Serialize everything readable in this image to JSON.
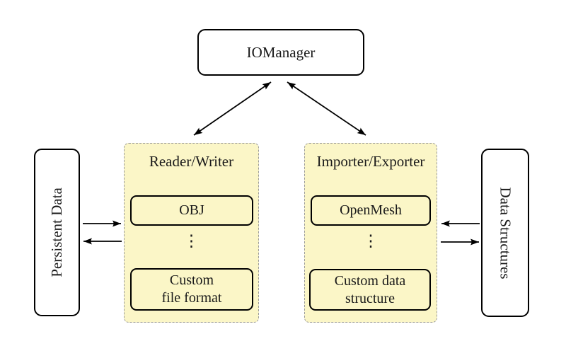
{
  "nodes": {
    "iomanager": {
      "label": "IOManager"
    },
    "persistent_data": {
      "label": "Persistent Data"
    },
    "data_structures": {
      "label": "Data Structures"
    }
  },
  "groups": {
    "reader_writer": {
      "title": "Reader/Writer",
      "item_top": "OBJ",
      "dots": "⋮",
      "item_bottom": "Custom\nfile format"
    },
    "importer_exporter": {
      "title": "Importer/Exporter",
      "item_top": "OpenMesh",
      "dots": "⋮",
      "item_bottom": "Custom data\nstructure"
    }
  },
  "edges": [
    {
      "from": "IOManager",
      "to": "Reader/Writer",
      "direction": "bidirectional"
    },
    {
      "from": "IOManager",
      "to": "Importer/Exporter",
      "direction": "bidirectional"
    },
    {
      "from": "Persistent Data",
      "to": "Reader/Writer",
      "direction": "forward"
    },
    {
      "from": "Reader/Writer",
      "to": "Persistent Data",
      "direction": "forward"
    },
    {
      "from": "Data Structures",
      "to": "Importer/Exporter",
      "direction": "forward"
    },
    {
      "from": "Importer/Exporter",
      "to": "Data Structures",
      "direction": "forward"
    }
  ],
  "colors": {
    "group_fill": "#fbf6c7",
    "group_border": "#9b9b9b",
    "node_fill": "#ffffff",
    "node_border": "#000000",
    "arrow_color": "#000000"
  }
}
